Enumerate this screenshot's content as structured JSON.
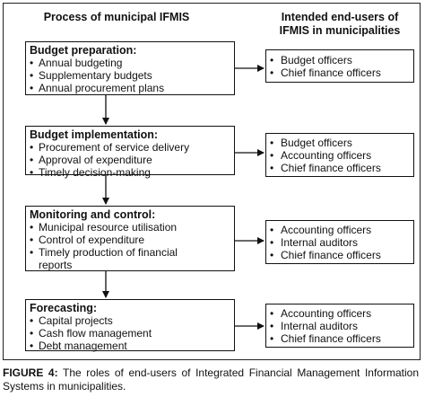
{
  "headers": {
    "process": "Process of municipal IFMIS",
    "users_line1": "Intended end-users of",
    "users_line2": "IFMIS in municipalities"
  },
  "stages": [
    {
      "title": "Budget preparation:",
      "items": [
        "Annual budgeting",
        "Supplementary budgets",
        "Annual procurement plans"
      ],
      "users": [
        "Budget officers",
        "Chief finance officers"
      ]
    },
    {
      "title": "Budget implementation:",
      "items": [
        "Procurement of service delivery",
        "Approval of expenditure",
        "Timely decision-making"
      ],
      "users": [
        "Budget officers",
        "Accounting officers",
        "Chief finance officers"
      ]
    },
    {
      "title": "Monitoring and control:",
      "items": [
        "Municipal resource utilisation",
        "Control of expenditure",
        "Timely production of financial reports"
      ],
      "users": [
        "Accounting officers",
        "Internal auditors",
        "Chief finance officers"
      ]
    },
    {
      "title": "Forecasting:",
      "items": [
        "Capital projects",
        "Cash flow management",
        "Debt management"
      ],
      "users": [
        "Accounting officers",
        "Internal auditors",
        "Chief finance officers"
      ]
    }
  ],
  "caption": {
    "label": "FIGURE 4:",
    "text": "The roles of end-users of Integrated Financial Management Information Systems in municipalities."
  }
}
